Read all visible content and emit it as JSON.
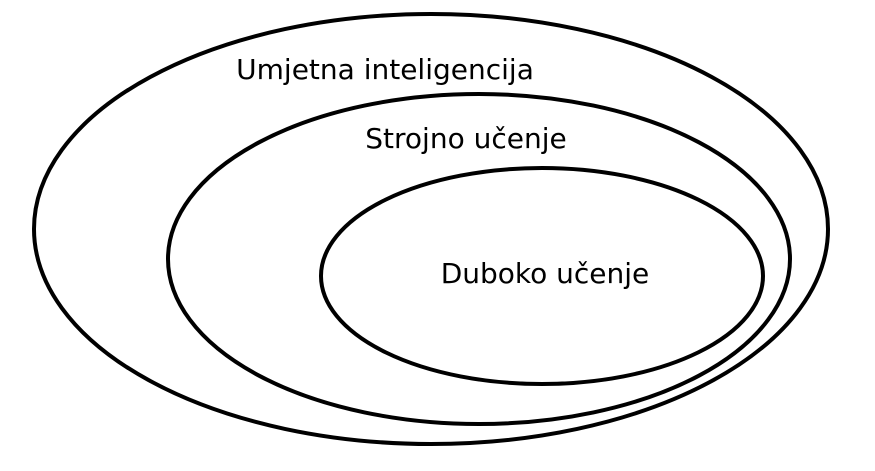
{
  "diagram": {
    "outer": {
      "label": "Umjetna inteligencija"
    },
    "middle": {
      "label": "Strojno učenje"
    },
    "inner": {
      "label": "Duboko učenje"
    }
  },
  "colors": {
    "stroke": "#000000",
    "text": "#000000",
    "background": "#ffffff"
  }
}
